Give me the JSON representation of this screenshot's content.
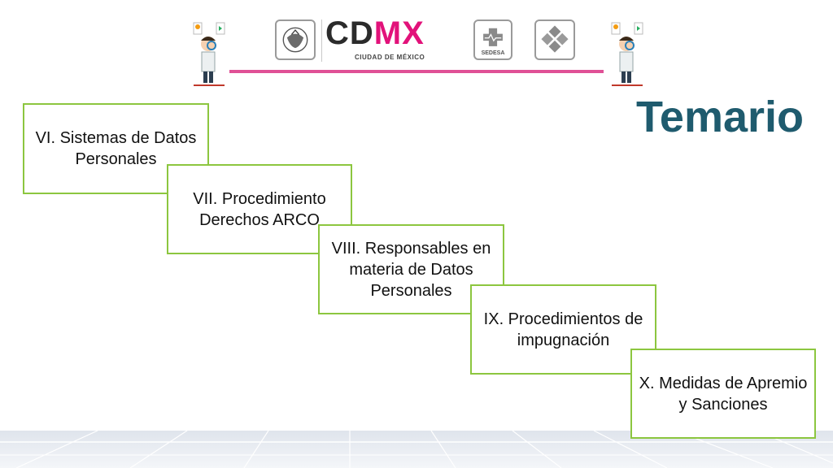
{
  "header": {
    "brand_primary": "CD",
    "brand_accent": "MX",
    "brand_subtitle": "CIUDAD DE MÉXICO",
    "sedesa_label": "SEDESA",
    "accent_color": "#e2127a",
    "bar_color": "#e05196"
  },
  "slide": {
    "title": "Temario",
    "title_color": "#1f5b6e",
    "border_color": "#8cc63f"
  },
  "topics": [
    {
      "text": "VI. Sistemas de Datos Personales"
    },
    {
      "text": "VII. Procedimiento Derechos ARCO"
    },
    {
      "text": "VIII. Responsables en materia de Datos Personales"
    },
    {
      "text": "IX. Procedimientos de impugnación"
    },
    {
      "text": "X. Medidas de Apremio y Sanciones"
    }
  ]
}
